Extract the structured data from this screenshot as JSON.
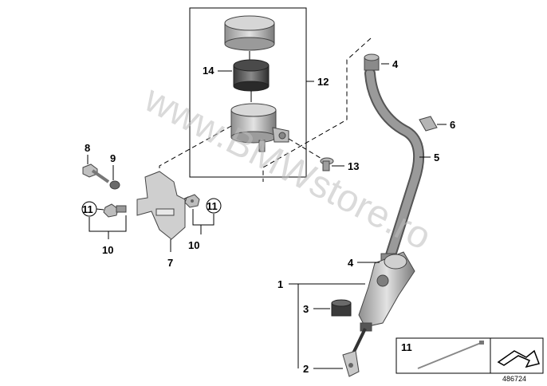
{
  "callouts": {
    "c1": "1",
    "c2": "2",
    "c3": "3",
    "c4a": "4",
    "c4b": "4",
    "c5": "5",
    "c6": "6",
    "c7": "7",
    "c8": "8",
    "c9": "9",
    "c10a": "10",
    "c10b": "10",
    "c11a": "11",
    "c11b": "11",
    "c12": "12",
    "c13": "13",
    "c14": "14",
    "inset11": "11"
  },
  "watermark": "www.BMWstore.ro",
  "reference_number": "486724",
  "colors": {
    "part_fill": "#c9c9c9",
    "part_dark": "#6e6e6e",
    "hose": "#8a8a8a",
    "watermark": "#bdbdbd"
  }
}
